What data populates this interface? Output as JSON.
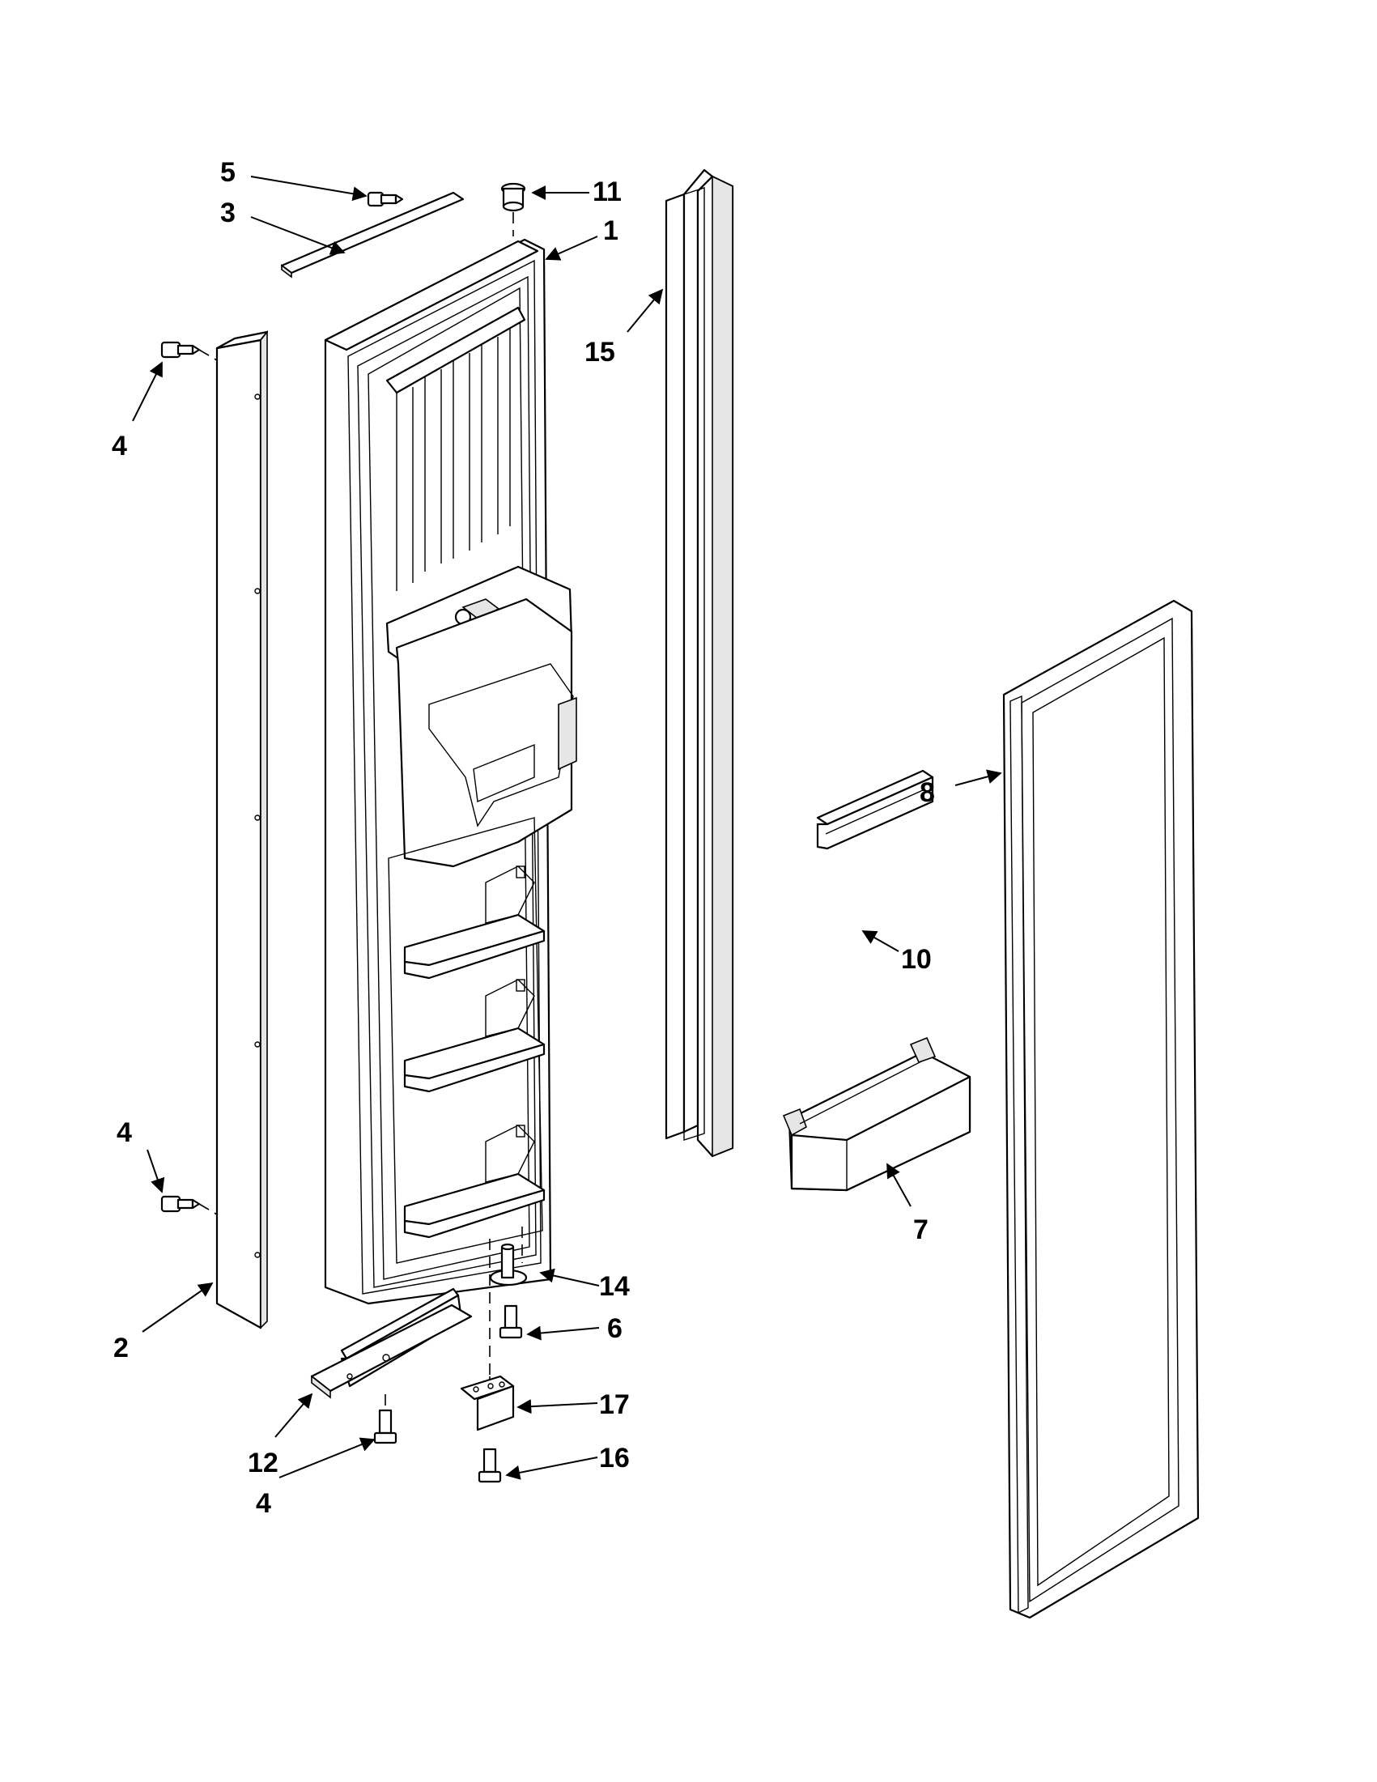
{
  "callouts": [
    {
      "id": "c1",
      "label": "1"
    },
    {
      "id": "c2",
      "label": "2"
    },
    {
      "id": "c3",
      "label": "3"
    },
    {
      "id": "c4a",
      "label": "4"
    },
    {
      "id": "c4b",
      "label": "4"
    },
    {
      "id": "c4c",
      "label": "4"
    },
    {
      "id": "c5",
      "label": "5"
    },
    {
      "id": "c6",
      "label": "6"
    },
    {
      "id": "c7",
      "label": "7"
    },
    {
      "id": "c8",
      "label": "8"
    },
    {
      "id": "c10",
      "label": "10"
    },
    {
      "id": "c11",
      "label": "11"
    },
    {
      "id": "c12",
      "label": "12"
    },
    {
      "id": "c14",
      "label": "14"
    },
    {
      "id": "c15",
      "label": "15"
    },
    {
      "id": "c16",
      "label": "16"
    },
    {
      "id": "c17",
      "label": "17"
    }
  ],
  "colors": {
    "line": "#000000",
    "background": "#ffffff",
    "shade": "#e6e6e6"
  }
}
